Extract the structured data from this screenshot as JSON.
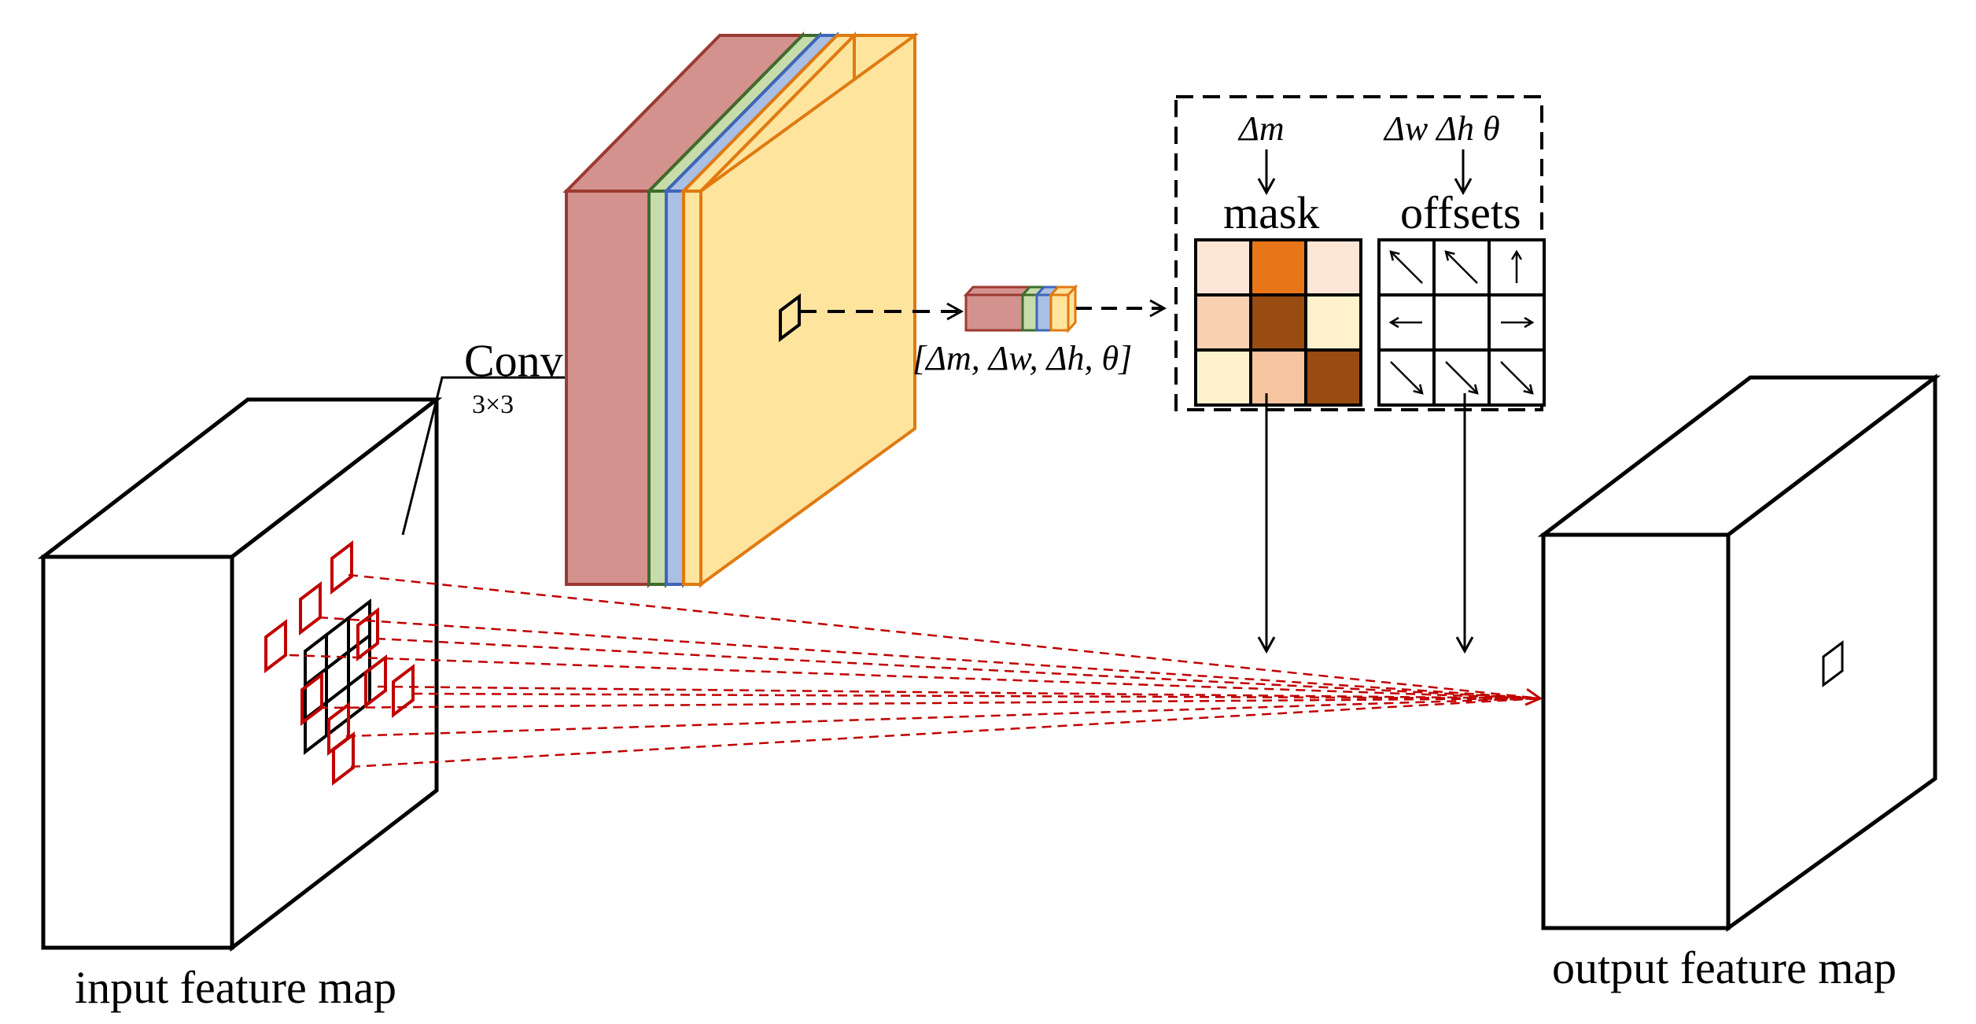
{
  "labels": {
    "input_map": "input feature map",
    "output_map": "output feature map",
    "conv_line1": "Conv",
    "conv_line2": "3×3",
    "vector": "[Δm, Δw, Δh, θ]",
    "delta_m": "Δm",
    "delta_whtheta": "Δw  Δh θ",
    "mask": "mask",
    "offsets": "offsets"
  },
  "mask_grid": [
    [
      "#fde6d6",
      "#e87518",
      "#fde6d6"
    ],
    [
      "#f9d0b2",
      "#984c12",
      "#fff1cc"
    ],
    [
      "#fff1cc",
      "#f7c4a0",
      "#984c12"
    ]
  ],
  "offset_arrows": [
    [
      "up-left",
      "up-left",
      "up"
    ],
    [
      "left",
      "none",
      "right"
    ],
    [
      "down-right",
      "down-right",
      "down-right"
    ]
  ],
  "colors": {
    "conv_red": "#d4928e",
    "conv_red_edge": "#9b3a32",
    "conv_green": "#c6dcab",
    "conv_green_edge": "#3f6b2b",
    "conv_blue": "#a9bfe4",
    "conv_blue_edge": "#3f66b8",
    "conv_yellow": "#ffe49e",
    "conv_yellow_edge": "#e07a10",
    "sampling": "#c00000"
  }
}
